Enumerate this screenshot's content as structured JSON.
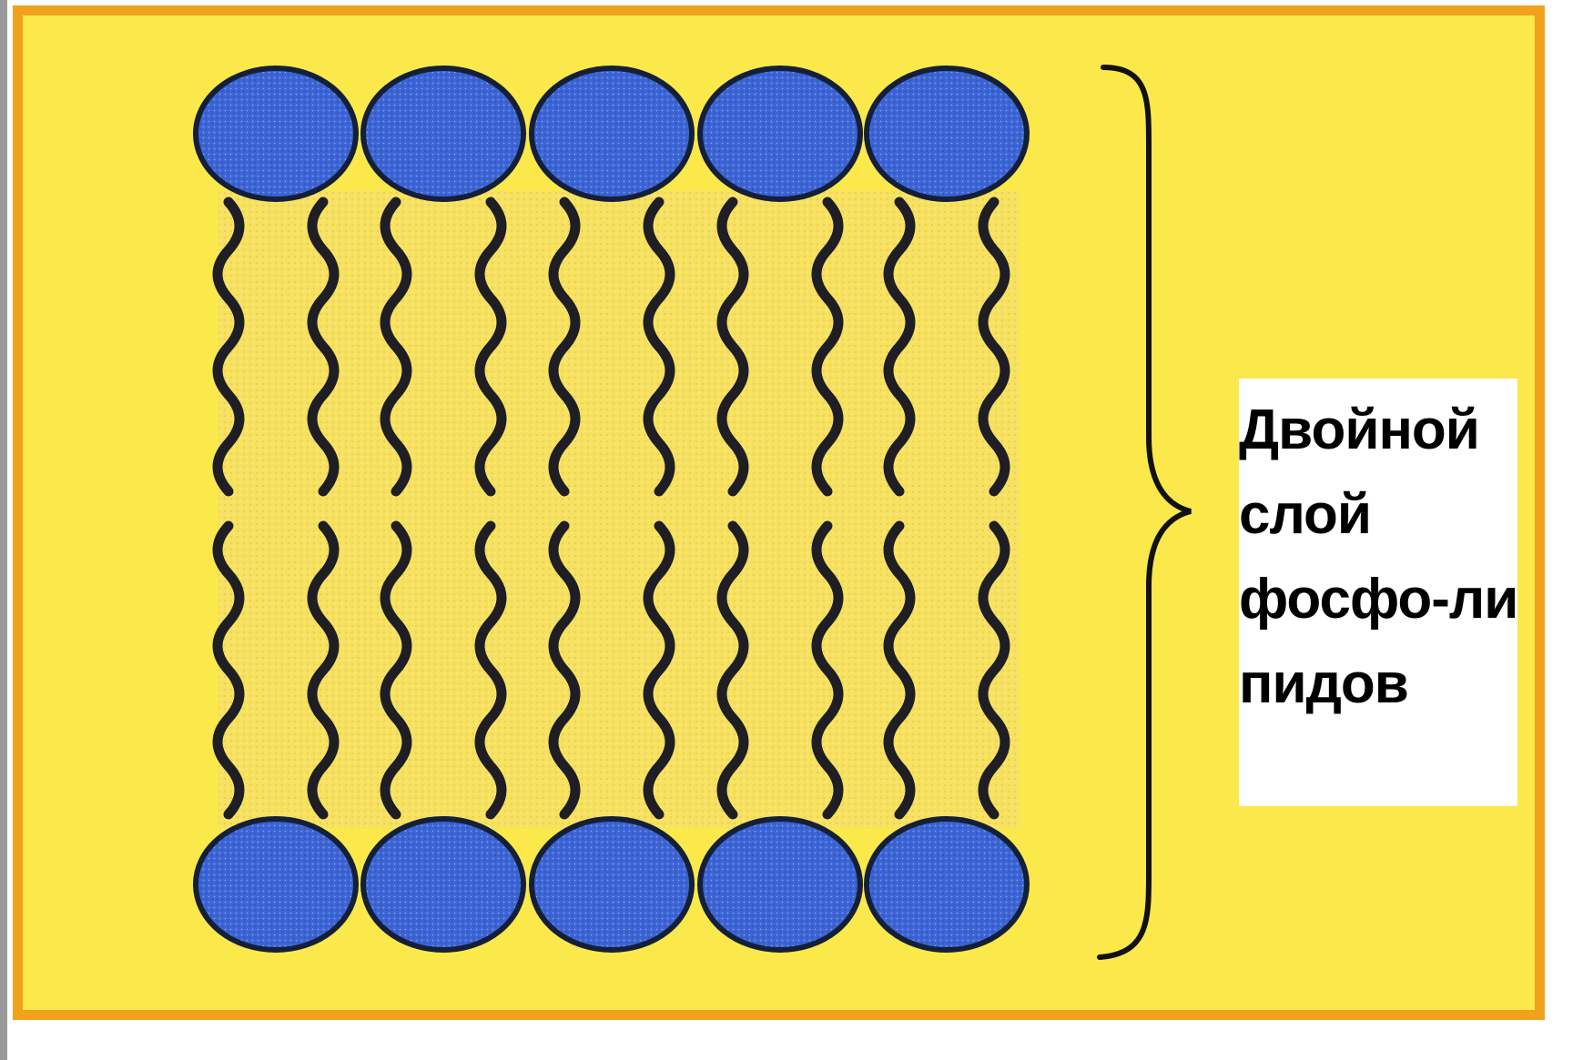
{
  "label": {
    "lines": [
      "Двойной",
      "слой",
      "фосфо-ли",
      "пидов"
    ]
  },
  "colors": {
    "background": "#fbe84a",
    "frame_border": "#f0a21c",
    "phosphate_head": "#3c64d4",
    "head_outline": "#142038",
    "tail_line": "#1e1e24",
    "hydrophobic_core": "#f2d85c",
    "label_box": "#ffffff"
  },
  "diagram": {
    "layers": [
      "outer-leaflet",
      "inner-leaflet"
    ],
    "lipids_per_leaflet": 5,
    "tails_per_lipid": 2,
    "bracket": "right-curly-brace"
  }
}
